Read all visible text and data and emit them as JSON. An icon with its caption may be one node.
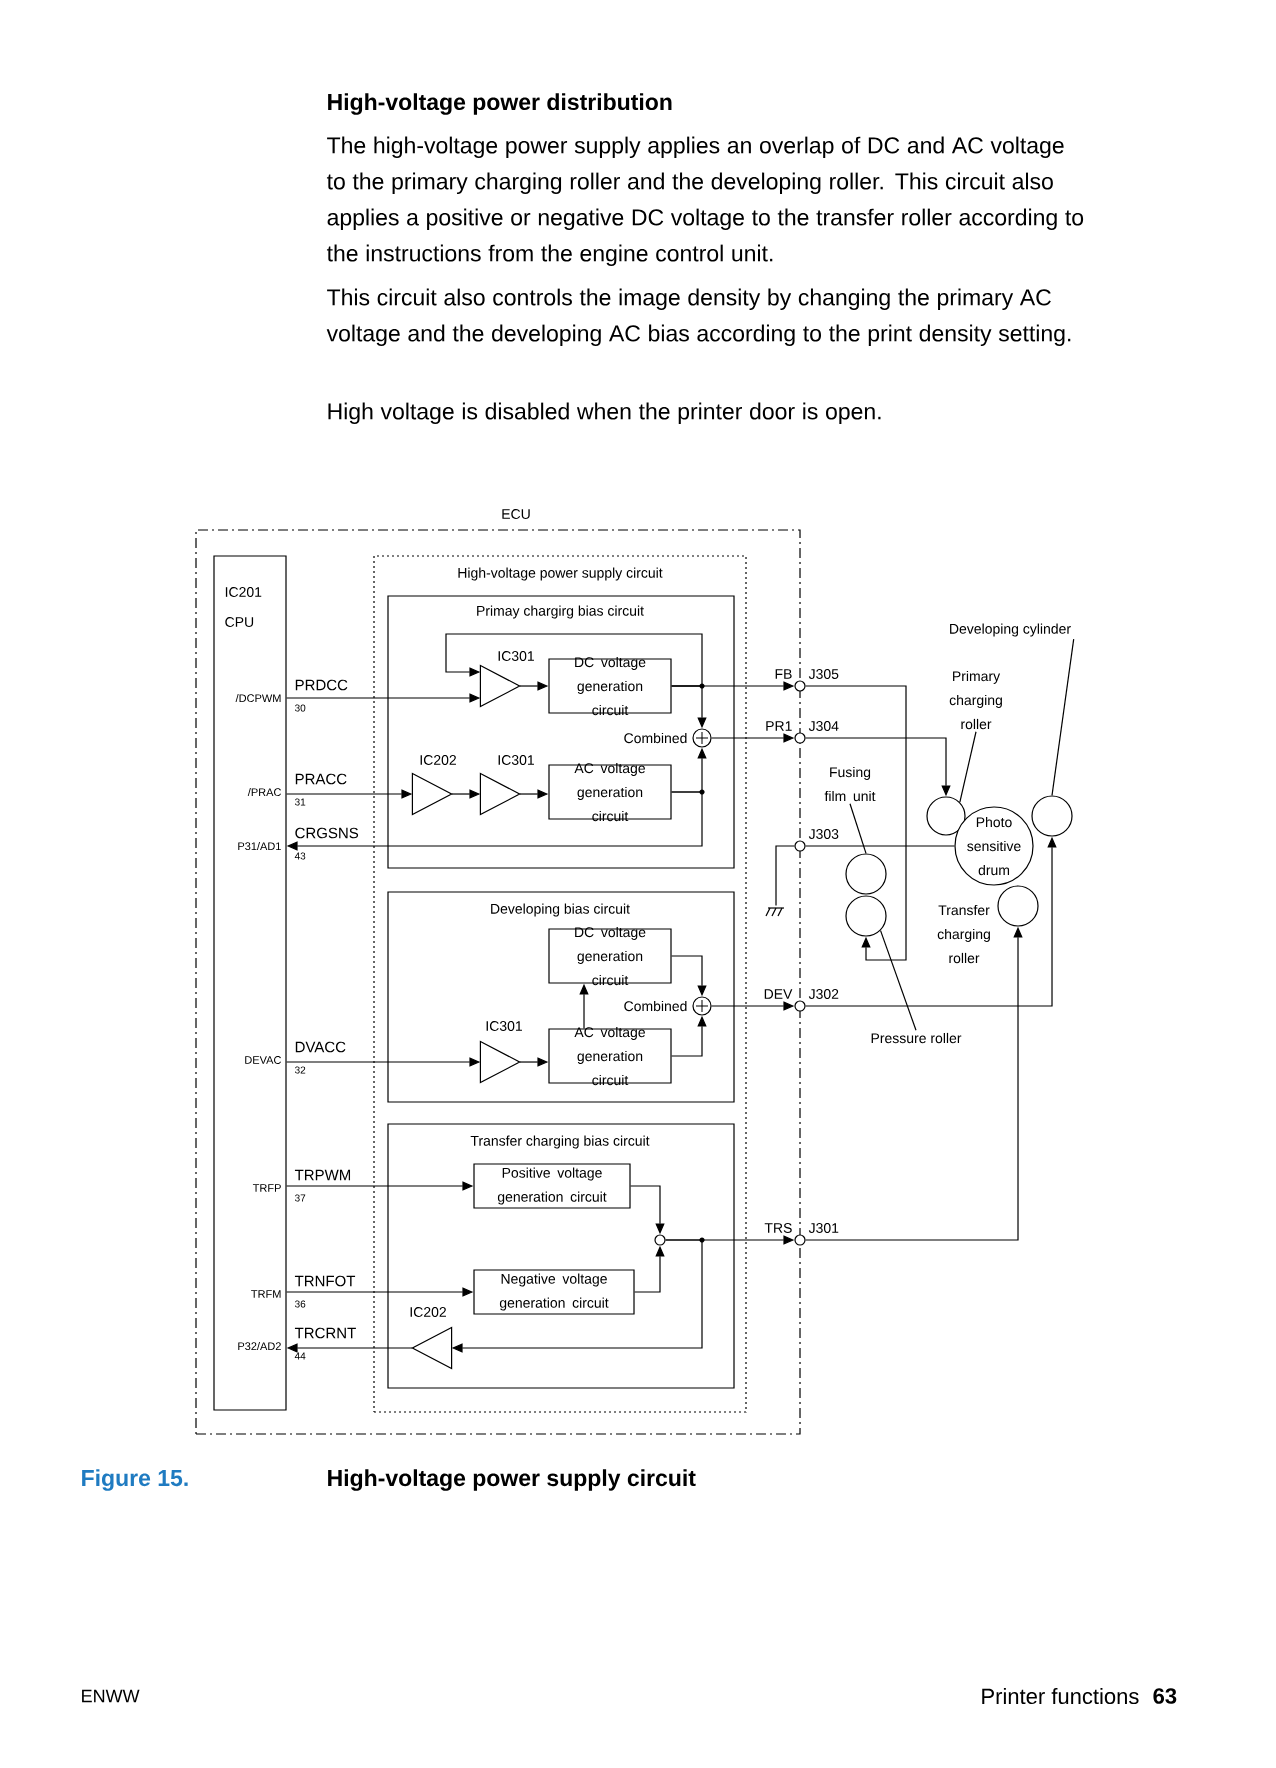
{
  "diagram": {
    "title": "High-voltage power distribution",
    "caption": "High-voltage power supply circuit",
    "nodes": [
      {
        "text": [
          "ECU"
        ]
      },
      {
        "text": [
          "IC201",
          "CPU"
        ],
        "in": 0
      },
      {
        "text": [
          "High-voltage power supply circuit"
        ],
        "in": 0
      },
      {
        "text": [
          "Primay chargirg bias circuit"
        ],
        "in": 2
      },
      {
        "text": [
          "IC301"
        ],
        "in": 3
      },
      {
        "text": [
          "DC voltage generation circuit"
        ],
        "in": 3
      },
      {
        "text": [],
        "shape": "circle",
        "beside": [
          "Combined"
        ],
        "in": 3
      },
      {
        "text": [
          "IC202"
        ],
        "in": 3
      },
      {
        "text": [
          "IC301"
        ],
        "in": 3
      },
      {
        "text": [
          "AC voltage generation circuit"
        ],
        "in": 3
      },
      {
        "text": [
          "Developing bias circuit"
        ],
        "in": 2
      },
      {
        "text": [
          "DC voltage generation circuit"
        ],
        "in": 10
      },
      {
        "text": [],
        "shape": "circle",
        "beside": [
          "Combined"
        ],
        "in": 10
      },
      {
        "text": [
          "IC301"
        ],
        "in": 10
      },
      {
        "text": [
          "AC voltage generation circuit"
        ],
        "in": 10
      },
      {
        "text": [
          "Transfer charging bias circuit"
        ],
        "in": 2
      },
      {
        "text": [
          "Positive voltage generation circuit"
        ],
        "in": 15
      },
      {
        "text": [],
        "shape": "circle",
        "in": 15
      },
      {
        "text": [
          "Negative voltage generation circuit"
        ],
        "in": 15
      },
      {
        "text": [
          "IC202"
        ],
        "in": 15
      },
      {
        "text": [],
        "shape": "circle",
        "beside": [
          "J305"
        ]
      },
      {
        "text": [],
        "shape": "circle",
        "beside": [
          "J304"
        ]
      },
      {
        "text": [],
        "shape": "circle",
        "beside": [
          "J303"
        ]
      },
      {
        "text": [],
        "shape": "circle",
        "beside": [
          "J302"
        ]
      },
      {
        "text": [],
        "shape": "circle",
        "beside": [
          "J301"
        ]
      },
      {
        "text": [],
        "shape": "ground",
        "in": 0
      },
      {
        "text": [
          "Developing cylinder"
        ]
      },
      {
        "text": [
          "Primary charging roller"
        ]
      },
      {
        "text": [
          "Fusing film unit"
        ]
      },
      {
        "text": [],
        "shape": "circle"
      },
      {
        "text": [
          "Photo sensitive drum"
        ]
      },
      {
        "text": [],
        "shape": "circle"
      },
      {
        "text": [],
        "shape": "circle"
      },
      {
        "text": [],
        "shape": "circle"
      },
      {
        "text": [],
        "shape": "circle",
        "beside": [
          "Transfer charging roller"
        ]
      },
      {
        "text": [
          "Pressure roller"
        ]
      }
    ],
    "edges": [
      {
        "from": 1,
        "to": 4,
        "arrow": "to"
      },
      {
        "from": 4,
        "to": 5,
        "arrow": "to"
      },
      {
        "from": 5,
        "to": 4,
        "arrow": "to"
      },
      {
        "from": 5,
        "to": 6,
        "arrow": "to"
      },
      {
        "from": 1,
        "to": 7,
        "arrow": "to"
      },
      {
        "from": 7,
        "to": 8,
        "arrow": "to"
      },
      {
        "from": 8,
        "to": 9,
        "arrow": "to"
      },
      {
        "from": 9,
        "to": 6,
        "arrow": "to"
      },
      {
        "from": 9,
        "to": 1,
        "arrow": "to"
      },
      {
        "from": 5,
        "to": 20,
        "arrow": "to",
        "label": "FB"
      },
      {
        "from": 6,
        "to": 21,
        "arrow": "to",
        "label": "PR1"
      },
      {
        "from": 21,
        "to": 29,
        "arrow": "to"
      },
      {
        "from": 20,
        "to": 33,
        "arrow": "to"
      },
      {
        "from": 22,
        "to": 30,
        "arrow": "none"
      },
      {
        "from": 22,
        "to": 25,
        "arrow": "none"
      },
      {
        "from": 1,
        "to": 13,
        "arrow": "to"
      },
      {
        "from": 13,
        "to": 14,
        "arrow": "to"
      },
      {
        "from": 14,
        "to": 11,
        "arrow": "to"
      },
      {
        "from": 11,
        "to": 12,
        "arrow": "to"
      },
      {
        "from": 14,
        "to": 12,
        "arrow": "to"
      },
      {
        "from": 12,
        "to": 23,
        "arrow": "to",
        "label": "DEV"
      },
      {
        "from": 23,
        "to": 31,
        "arrow": "to"
      },
      {
        "from": 1,
        "to": 16,
        "arrow": "to"
      },
      {
        "from": 1,
        "to": 18,
        "arrow": "to"
      },
      {
        "from": 16,
        "to": 17,
        "arrow": "to"
      },
      {
        "from": 18,
        "to": 17,
        "arrow": "to"
      },
      {
        "from": 17,
        "to": 24,
        "arrow": "to",
        "label": "TRS"
      },
      {
        "from": 17,
        "to": 19,
        "arrow": "to"
      },
      {
        "from": 19,
        "to": 1,
        "arrow": "to"
      },
      {
        "from": 24,
        "to": 34,
        "arrow": "to"
      },
      {
        "from": 26,
        "to": 31,
        "arrow": "none"
      },
      {
        "from": 27,
        "to": 29,
        "arrow": "none"
      },
      {
        "from": 28,
        "to": 32,
        "arrow": "none"
      },
      {
        "from": 35,
        "to": 33,
        "arrow": "none"
      }
    ],
    "labels": [
      "The high-voltage power supply applies an overlap of DC and AC voltage to the primary charging roller and the developing roller. This circuit also applies a positive or negative DC voltage to the transfer roller according to the instructions from the engine control unit.",
      "This circuit also controls the image density by changing the primary AC voltage and the developing AC bias according to the print density setting.",
      "High voltage is disabled when the printer door is open.",
      "/DCPWM",
      "PRDCC",
      "30",
      "/PRAC",
      "PRACC",
      "31",
      "P31/AD1",
      "CRGSNS",
      "43",
      "DEVAC",
      "DVACC",
      "32",
      "TRFP",
      "TRPWM",
      "37",
      "TRFM",
      "TRNFOT",
      "36",
      "P32/AD2",
      "TRCRNT",
      "44",
      "Figure 15.",
      "ENWW",
      "Printer functions",
      "63"
    ]
  }
}
